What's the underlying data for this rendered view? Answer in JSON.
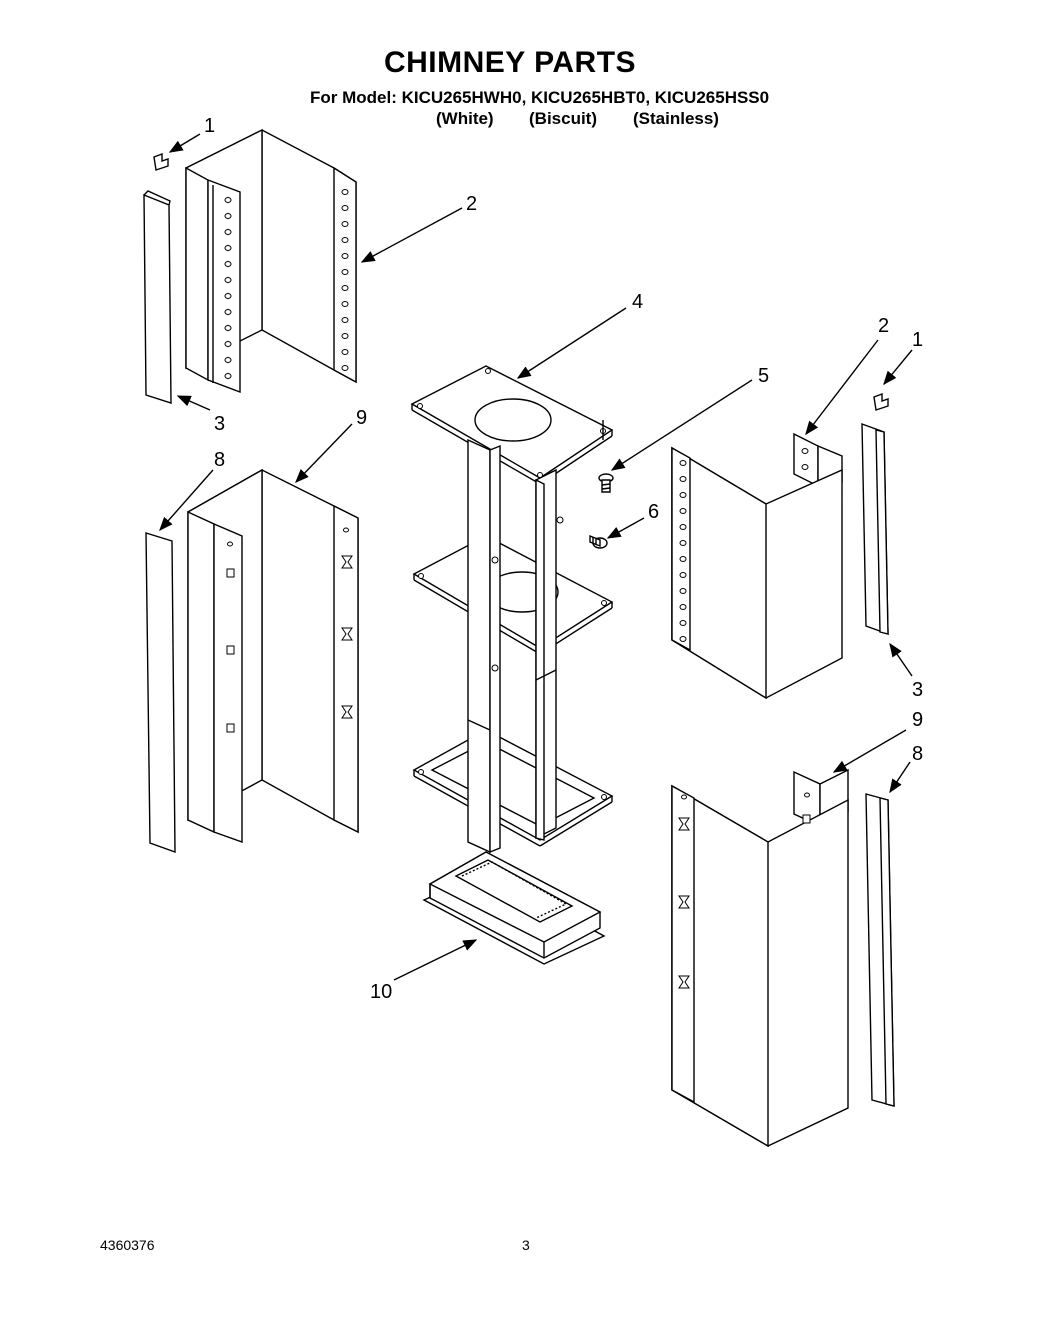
{
  "header": {
    "title": "CHIMNEY PARTS",
    "model_line": "For Model: KICU265HWH0, KICU265HBT0, KICU265HSS0",
    "variants": [
      "(White)",
      "(Biscuit)",
      "(Stainless)"
    ]
  },
  "callouts": {
    "c1_left": "1",
    "c2_left": "2",
    "c3_left": "3",
    "c4": "4",
    "c5": "5",
    "c6": "6",
    "c8_left": "8",
    "c9_left": "9",
    "c10": "10",
    "c2_right": "2",
    "c1_right": "1",
    "c3_right": "3",
    "c9_right": "9",
    "c8_right": "8"
  },
  "footer": {
    "doc_number": "4360376",
    "page_number": "3"
  }
}
